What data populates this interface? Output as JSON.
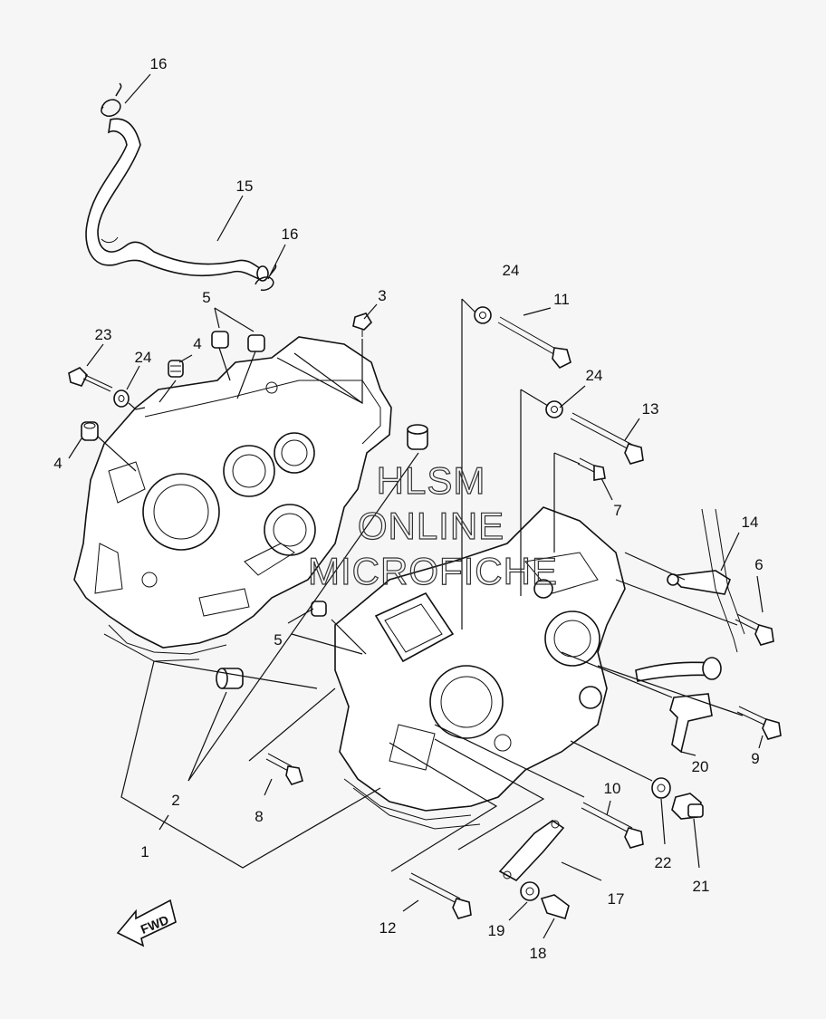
{
  "callouts": {
    "c1": "1",
    "c2": "2",
    "c3": "3",
    "c4a": "4",
    "c4b": "4",
    "c5a": "5",
    "c5b": "5",
    "c6": "6",
    "c7": "7",
    "c8": "8",
    "c9": "9",
    "c10": "10",
    "c11": "11",
    "c12": "12",
    "c13": "13",
    "c14": "14",
    "c15": "15",
    "c16a": "16",
    "c16b": "16",
    "c17": "17",
    "c18": "18",
    "c19": "19",
    "c20": "20",
    "c21": "21",
    "c22": "22",
    "c23": "23",
    "c24a": "24",
    "c24b": "24",
    "c24c": "24"
  },
  "watermark": {
    "line1": "HLSM",
    "line2": "ONLINE",
    "line3": "MICROFICHE"
  },
  "fwd_label": "FWD"
}
